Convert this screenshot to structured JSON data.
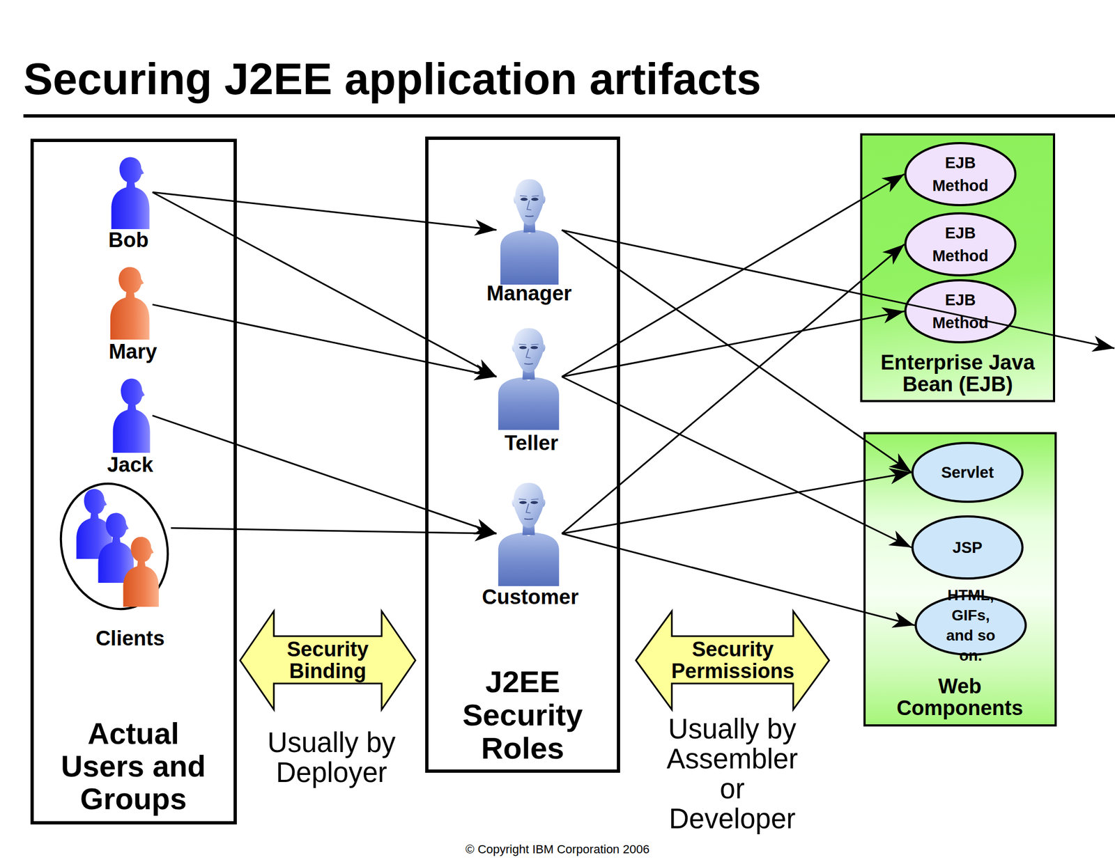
{
  "diagram": {
    "title": "Securing J2EE application artifacts",
    "nodes": [
      {
        "text": [
          "Actual Users and Groups"
        ]
      },
      {
        "text": [
          "Bob"
        ],
        "in": 0
      },
      {
        "text": [
          "Mary"
        ],
        "in": 0
      },
      {
        "text": [
          "Jack"
        ],
        "in": 0
      },
      {
        "text": [
          "Clients"
        ],
        "in": 0
      },
      {
        "text": [
          "Security Binding"
        ]
      },
      {
        "text": [
          "J2EE Security Roles"
        ]
      },
      {
        "text": [
          "Manager"
        ],
        "in": 6
      },
      {
        "text": [
          "Teller"
        ],
        "in": 6
      },
      {
        "text": [
          "Customer"
        ],
        "in": 6
      },
      {
        "text": [
          "Security Permissions"
        ]
      },
      {
        "text": [
          "Enterprise Java Bean (EJB)"
        ]
      },
      {
        "text": [
          "EJB Method"
        ],
        "in": 11
      },
      {
        "text": [
          "EJB Method"
        ],
        "in": 11
      },
      {
        "text": [
          "EJB Method"
        ],
        "in": 11
      },
      {
        "text": [
          "Web Components"
        ]
      },
      {
        "text": [
          "Servlet"
        ],
        "in": 15
      },
      {
        "text": [
          "JSP"
        ],
        "in": 15
      },
      {
        "text": [
          "HTML, GIFs, and so on."
        ],
        "in": 15
      }
    ],
    "edges": [
      {
        "from": 1,
        "to": 7,
        "arrow": "to"
      },
      {
        "from": 1,
        "to": 8,
        "arrow": "to"
      },
      {
        "from": 2,
        "to": 8,
        "arrow": "to"
      },
      {
        "from": 3,
        "to": 9,
        "arrow": "to"
      },
      {
        "from": 4,
        "to": 9,
        "arrow": "to"
      },
      {
        "from": 7,
        "to": 16,
        "arrow": "to"
      },
      {
        "from": 8,
        "to": 12,
        "arrow": "to"
      },
      {
        "from": 8,
        "to": 14,
        "arrow": "to"
      },
      {
        "from": 8,
        "to": 17,
        "arrow": "to"
      },
      {
        "from": 9,
        "to": 13,
        "arrow": "to"
      },
      {
        "from": 9,
        "to": 16,
        "arrow": "to"
      },
      {
        "from": 9,
        "to": 18,
        "arrow": "to"
      }
    ],
    "labels": [
      "Usually by Deployer",
      "Usually by Assembler or Developer",
      "© Copyright IBM Corporation 2006"
    ]
  }
}
